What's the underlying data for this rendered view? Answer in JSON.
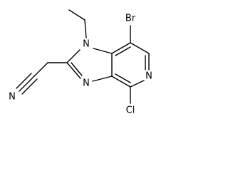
{
  "structure": {
    "atoms": {
      "bromine": "Br",
      "chlorine": "Cl",
      "n_ethyl": "N",
      "n_imidazole": "N",
      "n_pyridine": "N",
      "n_nitrile": "N"
    }
  }
}
